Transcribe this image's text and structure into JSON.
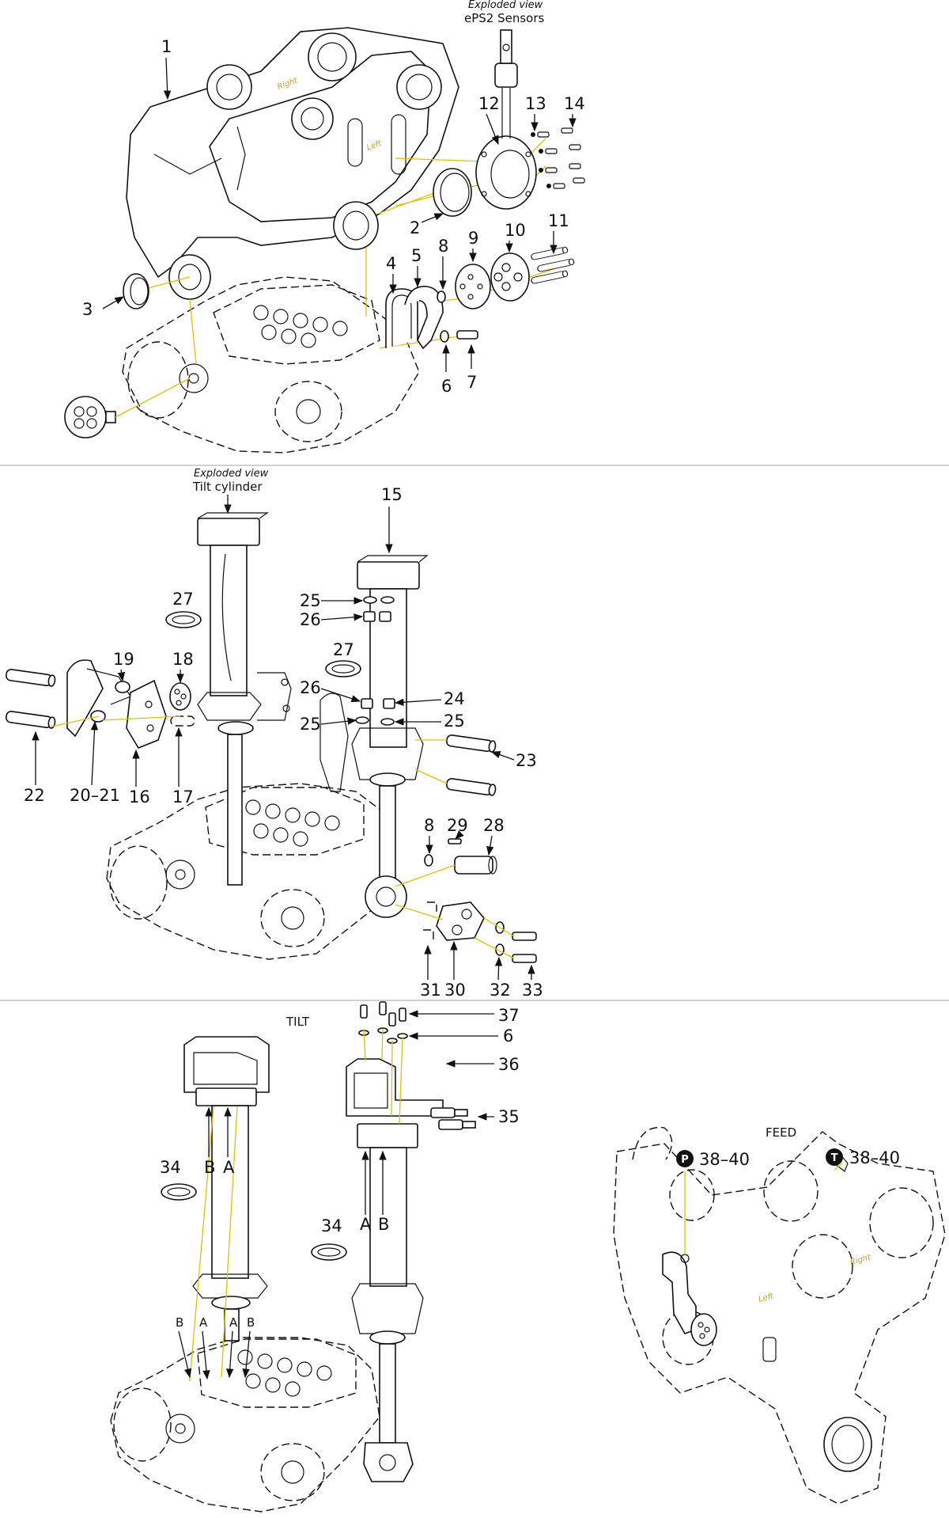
{
  "section1": {
    "header_italic": "Exploded view",
    "header_title": "ePS2 Sensors",
    "side_right": "Right",
    "side_left": "Left",
    "callouts": [
      "1",
      "2",
      "3",
      "4",
      "5",
      "8",
      "9",
      "10",
      "11",
      "12",
      "13",
      "14",
      "6",
      "7"
    ]
  },
  "section2": {
    "header_italic": "Exploded view",
    "header_title": "Tilt cylinder",
    "callouts": [
      "15",
      "25",
      "26",
      "27",
      "27",
      "19",
      "18",
      "26",
      "24",
      "25",
      "25",
      "23",
      "22",
      "20–21",
      "16",
      "17",
      "8",
      "29",
      "28",
      "31",
      "30",
      "32",
      "33"
    ]
  },
  "section3": {
    "tilt_title": "TILT",
    "feed_title": "FEED",
    "callouts": [
      "37",
      "6",
      "36",
      "35",
      "34",
      "34",
      "B",
      "A",
      "A",
      "B",
      "B",
      "A",
      "A",
      "B"
    ],
    "port_p": "P",
    "port_t": "T",
    "port_p_range": "38–40",
    "port_t_range": "38–40",
    "side_right": "Right",
    "side_left": "Left"
  },
  "colors": {
    "leader": "#e3c000",
    "separator": "#b5b5b5",
    "side_text": "#c9a227",
    "line": "#111111"
  }
}
